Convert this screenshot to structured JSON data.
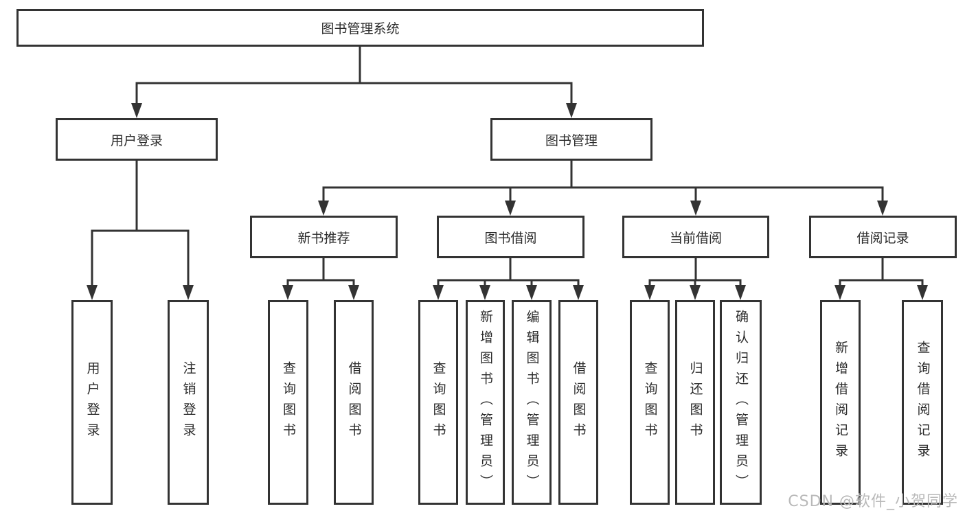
{
  "tree": {
    "root": {
      "label": "图书管理系统"
    },
    "children": [
      {
        "label": "用户登录",
        "children": [
          {
            "label": "用户登录"
          },
          {
            "label": "注销登录"
          }
        ]
      },
      {
        "label": "图书管理",
        "children": [
          {
            "label": "新书推荐",
            "children": [
              {
                "label": "查询图书"
              },
              {
                "label": "借阅图书"
              }
            ]
          },
          {
            "label": "图书借阅",
            "children": [
              {
                "label": "查询图书"
              },
              {
                "label": "新增图书（管理员）"
              },
              {
                "label": "编辑图书（管理员）"
              },
              {
                "label": "借阅图书"
              }
            ]
          },
          {
            "label": "当前借阅",
            "children": [
              {
                "label": "查询图书"
              },
              {
                "label": "归还图书"
              },
              {
                "label": "确认归还（管理员）"
              }
            ]
          },
          {
            "label": "借阅记录",
            "children": [
              {
                "label": "新增借阅记录"
              },
              {
                "label": "查询借阅记录"
              }
            ]
          }
        ]
      }
    ]
  },
  "watermark": "CSDN @软件_小贺同学",
  "colors": {
    "line": "#333333",
    "box_border": "#333333",
    "box_background": "#ffffff",
    "text": "#2b2b2b",
    "watermark": "#b9b9b9"
  }
}
